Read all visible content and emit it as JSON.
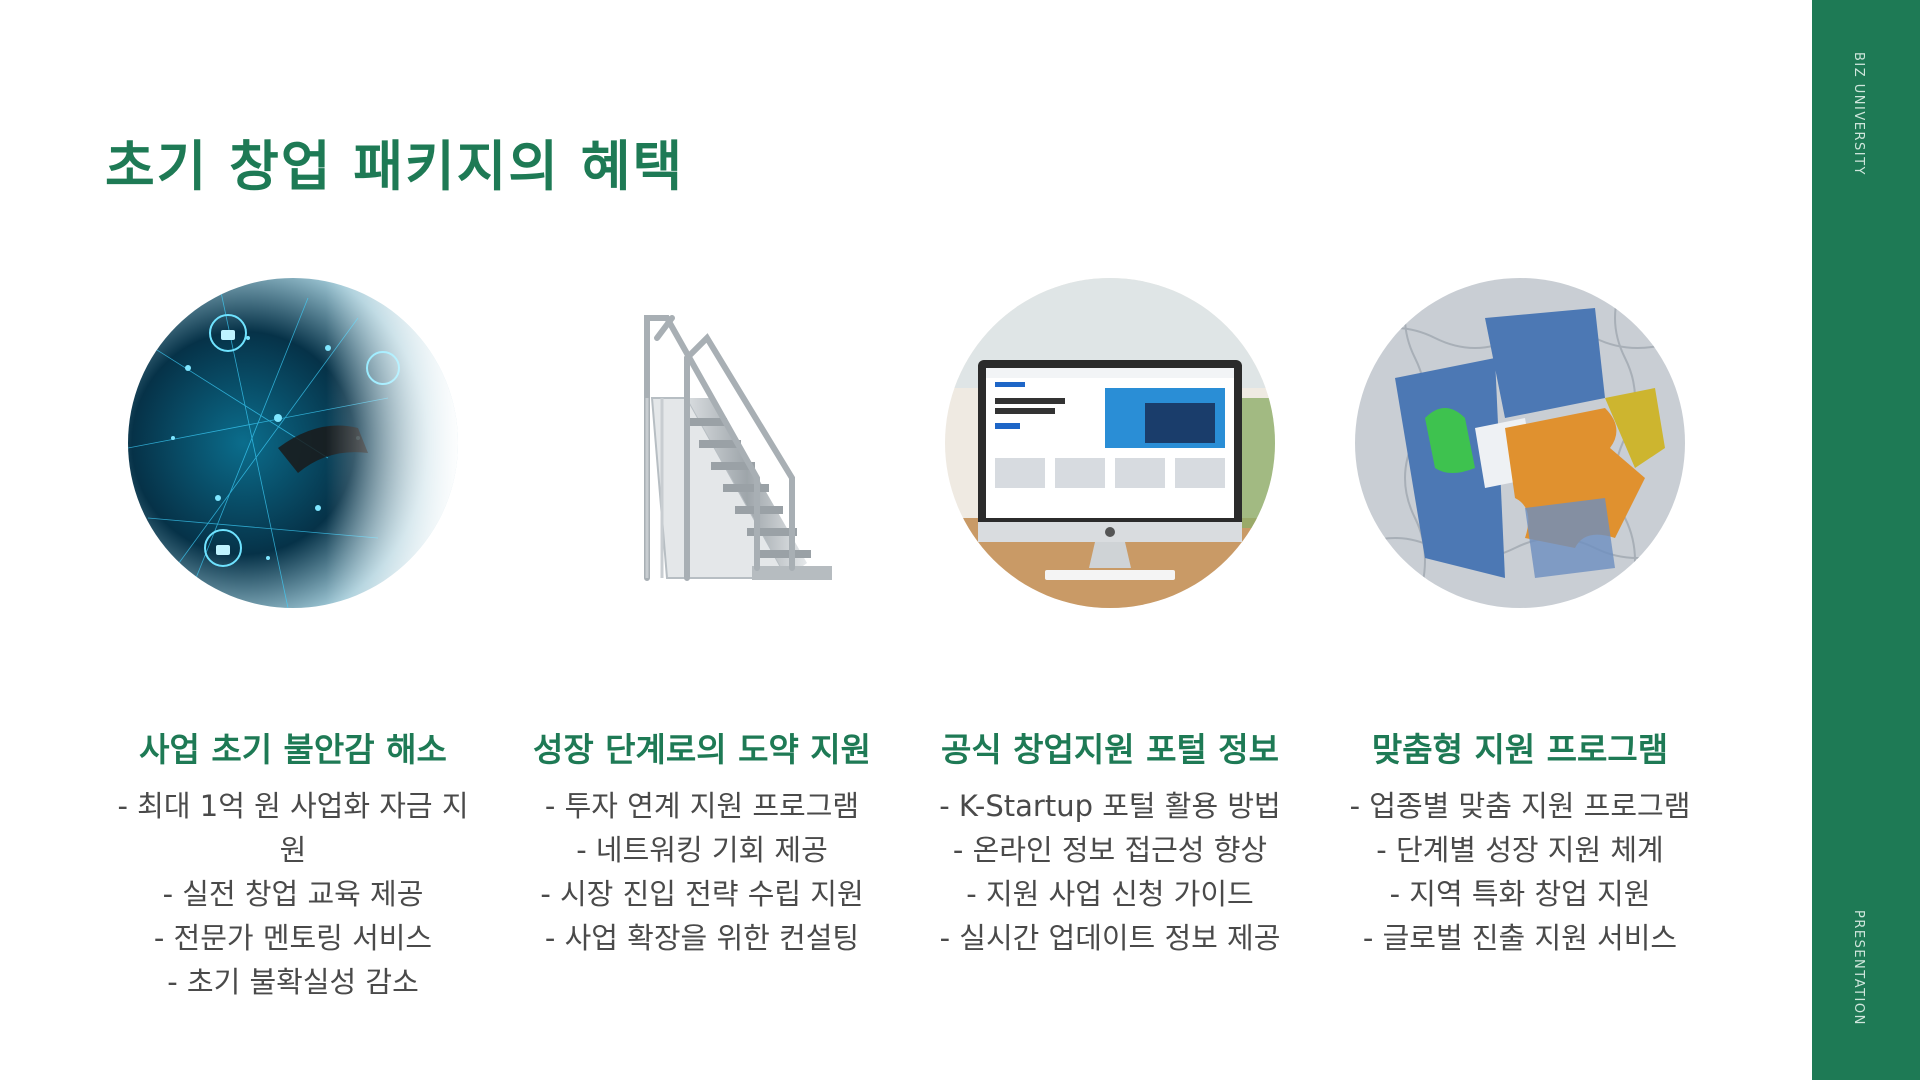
{
  "colors": {
    "accent": "#1e7a55",
    "text": "#4a4a4a",
    "sidebar": "#1e7a55",
    "sidebar_text": "#cfe6dc",
    "background": "#ffffff"
  },
  "slide": {
    "title": "초기 창업 패키지의 혜택",
    "sidebar": {
      "top_label": "BIZ UNIVERSITY",
      "bottom_label": "PRESENTATION"
    },
    "cards": [
      {
        "image_icon": "security-network-icon",
        "title": "사업 초기 불안감 해소",
        "bullets": [
          "- 최대 1억 원 사업화 자금 지원",
          "- 실전 창업 교육 제공",
          "- 전문가 멘토링 서비스",
          "- 초기 불확실성 감소"
        ]
      },
      {
        "image_icon": "stairs-icon",
        "title": "성장 단계로의 도약 지원",
        "bullets": [
          "- 투자 연계 지원 프로그램",
          "- 네트워킹 기회 제공",
          "- 시장 진입 전략 수립 지원",
          "- 사업 확장을 위한 컨설팅"
        ]
      },
      {
        "image_icon": "computer-monitor-icon",
        "title": "공식 창업지원 포털 정보",
        "bullets": [
          "- K-Startup 포털 활용 방법",
          "- 온라인 정보 접근성 향상",
          "- 지원 사업 신청 가이드",
          "- 실시간 업데이트 정보 제공"
        ]
      },
      {
        "image_icon": "puzzle-icon",
        "title": "맞춤형 지원 프로그램",
        "bullets": [
          "- 업종별 맞춤 지원 프로그램",
          "- 단계별 성장 지원 체계",
          "- 지역 특화 창업 지원",
          "- 글로벌 진출 지원 서비스"
        ]
      }
    ]
  }
}
